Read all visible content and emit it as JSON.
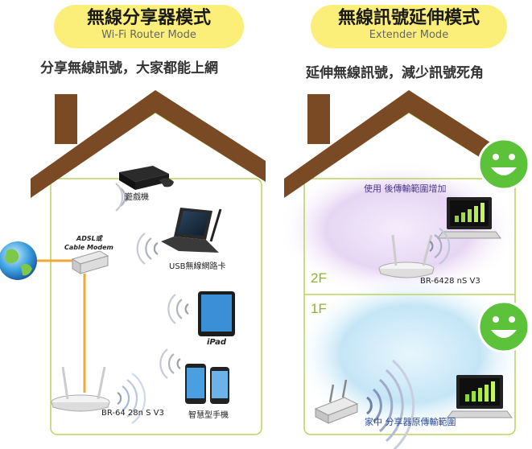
{
  "left_panel": {
    "title_zh": "無線分享器模式",
    "title_en": "Wi-Fi Router Mode",
    "subtitle": "分享無線訊號，大家都能上網",
    "modem_label_1": "ADSL或",
    "modem_label_2": "Cable Modem",
    "console_label": "遊戲機",
    "laptop_label": "USB無線網路卡",
    "ipad_label": "iPad",
    "phone_label": "智慧型手機",
    "router_label": "BR-64 28n S V3"
  },
  "right_panel": {
    "title_zh": "無線訊號延伸模式",
    "title_en": "Extender Mode",
    "subtitle": "延伸無線訊號，減少訊號死角",
    "upper_label": "使用 後傳輸範圍增加",
    "extender_label": "BR-6428 nS V3",
    "lower_label": "家中 分享器原傳輸範圍",
    "floor_2": "2F",
    "floor_1": "1F"
  },
  "colors": {
    "roof": "#7a4a24",
    "wall_outline": "#bcd35a",
    "title_bg": "#fbef7a",
    "cable": "#f2a93b",
    "upper_glow": "#e2d2f2",
    "lower_glow": "#c6e6f6",
    "smiley": "#5cc23a"
  }
}
